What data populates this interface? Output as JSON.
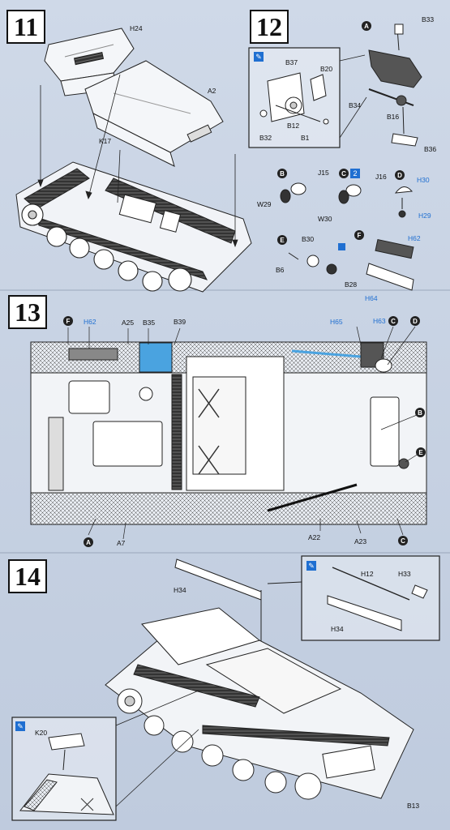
{
  "steps": {
    "s11": "11",
    "s12": "12",
    "s13": "13",
    "s14": "14"
  },
  "step11": {
    "labels": [
      "H24",
      "A2",
      "K17"
    ]
  },
  "step12": {
    "inset_labels": [
      "B37",
      "B20",
      "B12",
      "B32",
      "B1"
    ],
    "labels": [
      "B33",
      "B34",
      "B16",
      "B36"
    ],
    "sub_b": [
      "J15",
      "W29"
    ],
    "sub_c": [
      "J16",
      "W30"
    ],
    "sub_d": [
      "H30",
      "H29"
    ],
    "sub_e": [
      "B30",
      "B6",
      "B28"
    ],
    "sub_f": [
      "H62",
      "H64"
    ],
    "sub_c_mark": "2"
  },
  "step13": {
    "top_labels": [
      "H62",
      "A25",
      "B35",
      "B39",
      "H65",
      "H63"
    ],
    "bottom_labels": [
      "A7",
      "A22",
      "A23"
    ]
  },
  "step14": {
    "labels": [
      "H34",
      "H12",
      "H33",
      "H34",
      "K20",
      "B13"
    ]
  },
  "callouts": {
    "A": "A",
    "B": "B",
    "C": "C",
    "D": "D",
    "E": "E",
    "F": "F"
  },
  "icons": {
    "cement": "cement-icon",
    "glue": "glue-icon"
  },
  "colors": {
    "instruction_blue": "#1f6fd1",
    "paper": "#c9d4e4"
  }
}
